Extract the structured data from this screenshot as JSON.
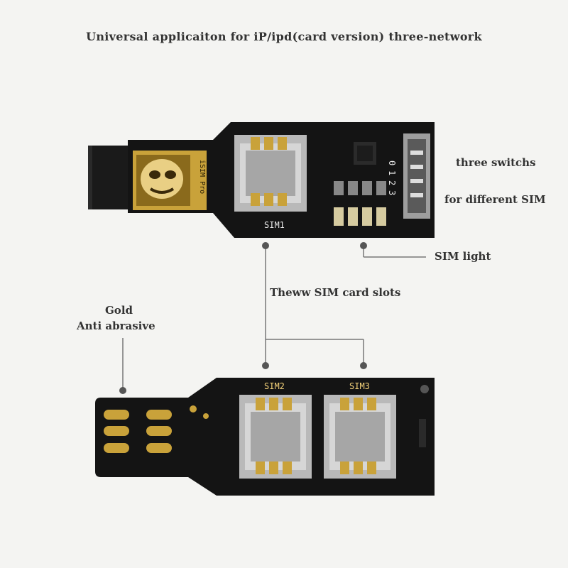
{
  "title": "Universal applicaiton for iP/ipd(card version) three-network",
  "labels": {
    "three_switchs": "three switchs",
    "for_different_sim": "for different SIM",
    "sim_light": "SIM light",
    "slots": "Theww SIM card slots",
    "gold": "Gold",
    "anti_abrasive": "Anti abrasive"
  },
  "board_text": {
    "sim1": "SIM1",
    "sim2": "SIM2",
    "sim3": "SIM3",
    "brand": "iSIM Pro",
    "switch_numbers": [
      "0",
      "1",
      "2",
      "3"
    ]
  },
  "colors": {
    "pcb": "#141414",
    "gold": "#c9a23a",
    "slot_metal": "#b9b9b9",
    "leader": "#777777"
  }
}
